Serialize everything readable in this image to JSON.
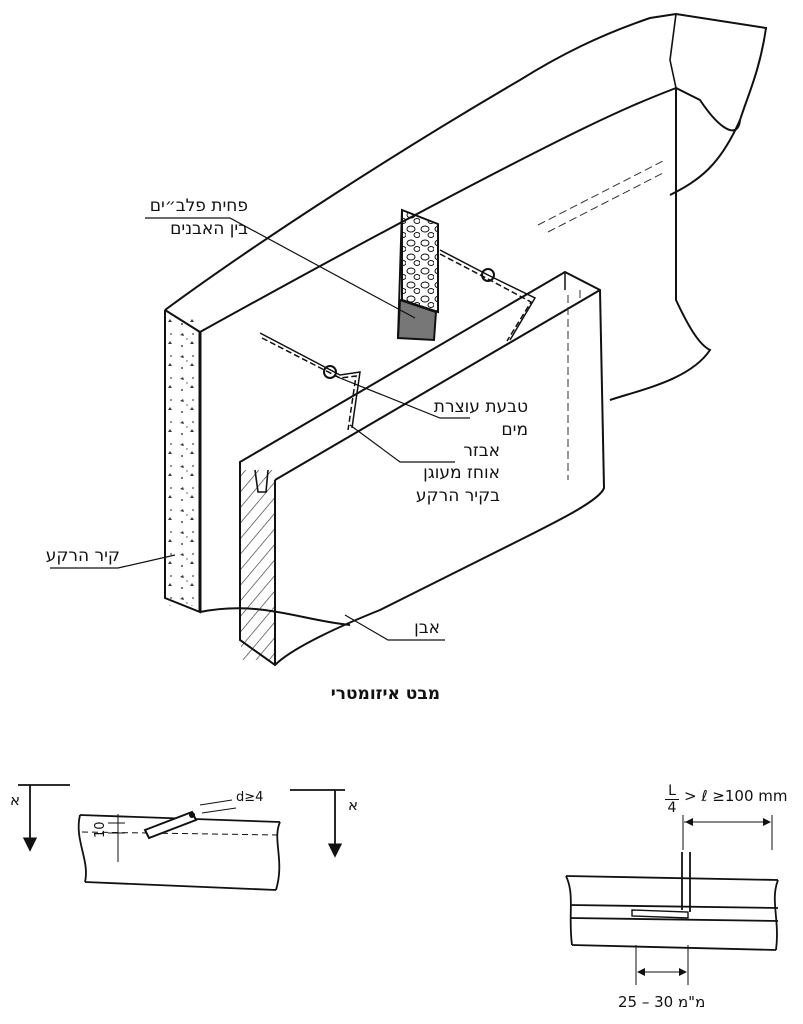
{
  "labels": {
    "slab_line1": "פחית פלב״ים",
    "slab_line2": "בין האבנים",
    "ring_line1": "טבעת עוצרת",
    "ring_line2": "מים",
    "anchor_line1": "אבזר",
    "anchor_line2": "אוחז מעוגן",
    "anchor_line3": "בקיר הרקע",
    "wall": "קיר הרקע",
    "stone": "אבן",
    "caption": "מבט איזומטרי"
  },
  "section": {
    "marker_left": "א",
    "marker_right": "א",
    "diameter": "d≥4",
    "offset": "10"
  },
  "plan": {
    "frac_num": "L",
    "frac_den": "4",
    "length_rule": "> ℓ ≥100 mm",
    "embed": "25 – 30 מ\"מ"
  }
}
